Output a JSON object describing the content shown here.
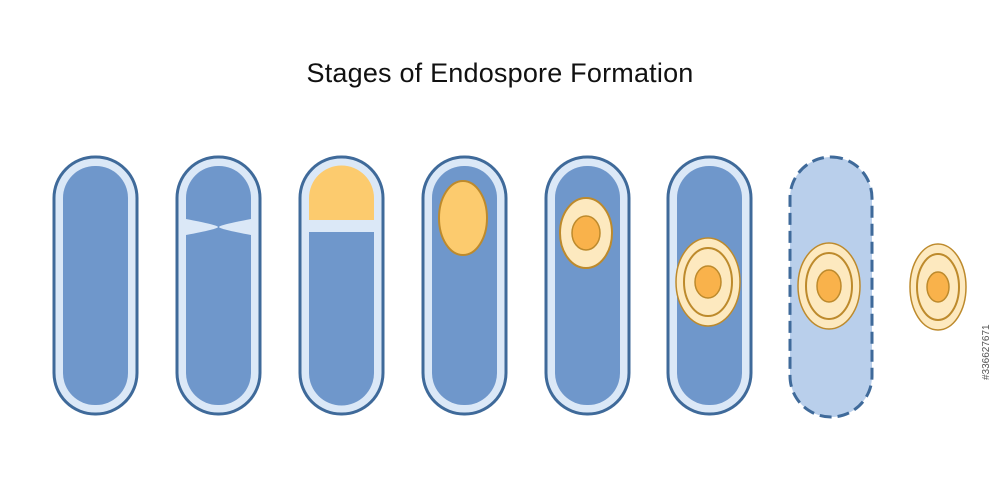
{
  "title": "Stages of Endospore Formation",
  "side_id": "#336627671",
  "colors": {
    "cell_outline": "#3f6a9a",
    "cell_wall": "#dbe8f7",
    "cytoplasm": "#6f97cb",
    "faded_cell": "#b9cfeb",
    "forespore_fill": "#fccb6e",
    "spore_coat": "#fde9bf",
    "spore_outline": "#bd8a2c",
    "core": "#f9b24b"
  },
  "stages": [
    {
      "name": "vegetative-cell"
    },
    {
      "name": "septum-forming"
    },
    {
      "name": "forespore-separated"
    },
    {
      "name": "forespore-engulfed"
    },
    {
      "name": "cortex-forming"
    },
    {
      "name": "coat-forming"
    },
    {
      "name": "cell-lysing"
    },
    {
      "name": "free-endospore"
    }
  ]
}
